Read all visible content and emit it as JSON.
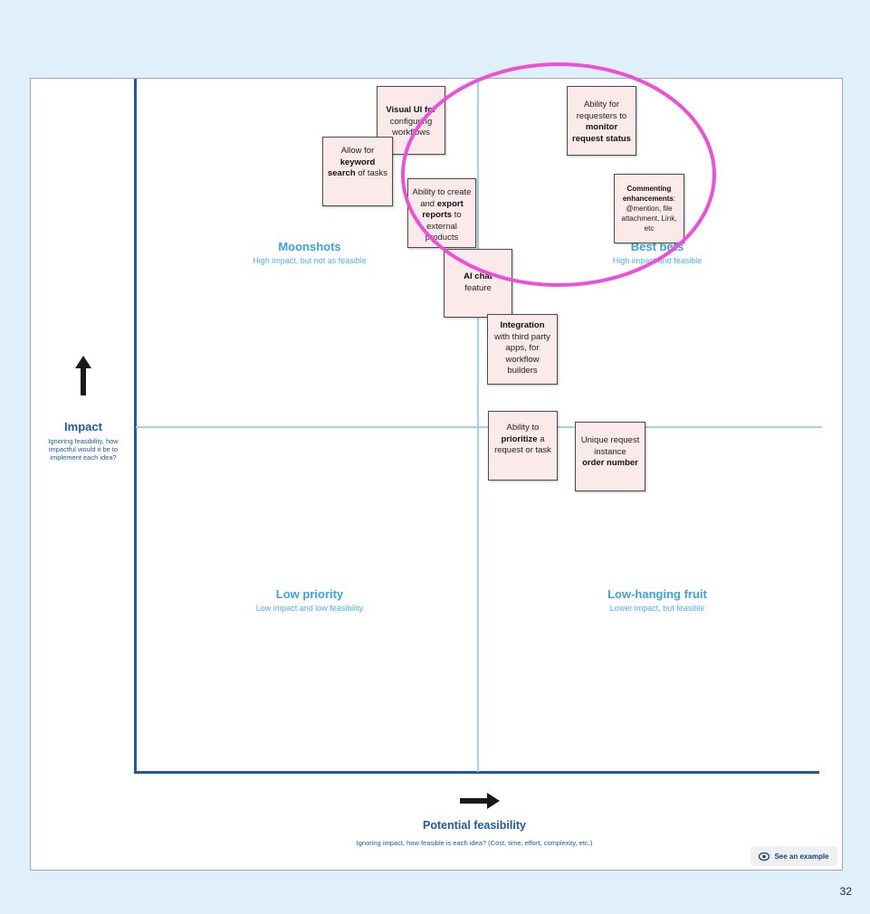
{
  "quadrants": {
    "moonshots": {
      "title": "Moonshots",
      "subtitle": "High impact, but not as feasible"
    },
    "best_bets": {
      "title": "Best bets",
      "subtitle": "High impact and feasible"
    },
    "low_priority": {
      "title": "Low priority",
      "subtitle": "Low impact and low feasibility"
    },
    "low_hanging": {
      "title": "Low-hanging fruit",
      "subtitle": "Lower impact, but feasible"
    }
  },
  "axes": {
    "y_title": "Impact",
    "y_subtitle": "Ignoring feasibility, how impactful would it be to implement each idea?",
    "x_title": "Potential feasibility",
    "x_subtitle": "Ignoring impact, how feasible is each idea? (Cost, time, effort, complexity, etc.)"
  },
  "notes": {
    "visual_ui": {
      "bold": "Visual UI for",
      "rest": "configuring workflows"
    },
    "keyword": {
      "pre": "Allow for",
      "bold": "keyword search",
      "post": "of tasks"
    },
    "export": {
      "pre": "Ability to create and",
      "bold": "export reports",
      "post": "to external products"
    },
    "ai_chat": {
      "bold": "AI chat",
      "post": "feature"
    },
    "monitor": {
      "pre": "Ability for requesters to",
      "bold": "monitor request status"
    },
    "commenting": {
      "bold": "Commenting enhancements",
      "post": ": @mention, file attachment, Link, etc"
    },
    "integration": {
      "bold": "Integration",
      "post": "with third party apps, for workflow builders"
    },
    "prioritize": {
      "pre": "Ability to",
      "bold": "prioritize",
      "post": "a request or task"
    },
    "order": {
      "pre": "Unique request instance",
      "bold": "order number"
    }
  },
  "button": {
    "see_example": "See an example"
  },
  "page_number": "32",
  "colors": {
    "background": "#dff0fb",
    "axis": "#1f5aa0",
    "divider": "#9fd3f0",
    "quadrant_label": "#3aa3de",
    "note_fill": "#fce9ea",
    "highlight": "#ee4fd8"
  },
  "icons": {
    "up_arrow": "arrow-up-icon",
    "right_arrow": "arrow-right-icon",
    "eye": "eye-icon"
  }
}
